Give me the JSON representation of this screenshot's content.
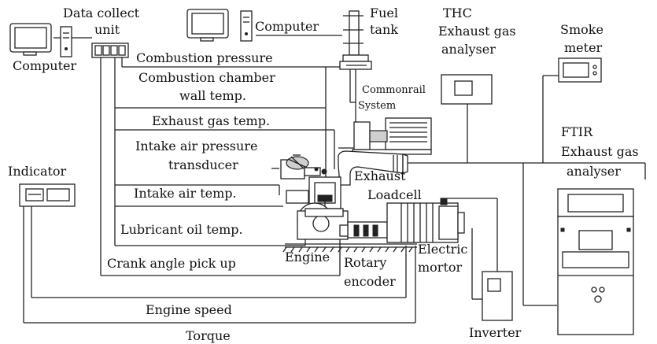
{
  "labels": {
    "computer_left": "Computer",
    "data_collect_line1": "Data collect",
    "data_collect_line2": "unit",
    "computer_top": "Computer",
    "fuel_line1": "Fuel",
    "fuel_line2": "tank",
    "thc_line1": "THC",
    "thc_line2": "Exhaust gas",
    "thc_line3": "analyser",
    "smoke_line1": "Smoke",
    "smoke_line2": "meter",
    "combustion_pressure": "Combustion pressure",
    "chamber_wall_line1": "Combustion chamber",
    "chamber_wall_line2": "wall temp.",
    "exhaust_gas_temp": "Exhaust gas temp.",
    "intake_pressure_line1": "Intake air pressure",
    "intake_pressure_line2": "transducer",
    "intake_air_temp": "Intake air temp.",
    "lubricant_oil_temp": "Lubricant oil temp.",
    "crank_angle": "Crank angle pick up",
    "commonrail_line1": "Commonrail",
    "commonrail_line2": "System",
    "exhaust": "Exhaust",
    "loadcell": "Loadcell",
    "indicator": "Indicator",
    "engine": "Engine",
    "rotary_line1": "Rotary",
    "rotary_line2": "encoder",
    "electric_line1": "Electric",
    "electric_line2": "mortor",
    "ftir_line1": "FTIR",
    "ftir_line2": "Exhaust gas",
    "ftir_line3": "analyser",
    "engine_speed": "Engine speed",
    "torque": "Torque",
    "inverter": "Inverter"
  }
}
